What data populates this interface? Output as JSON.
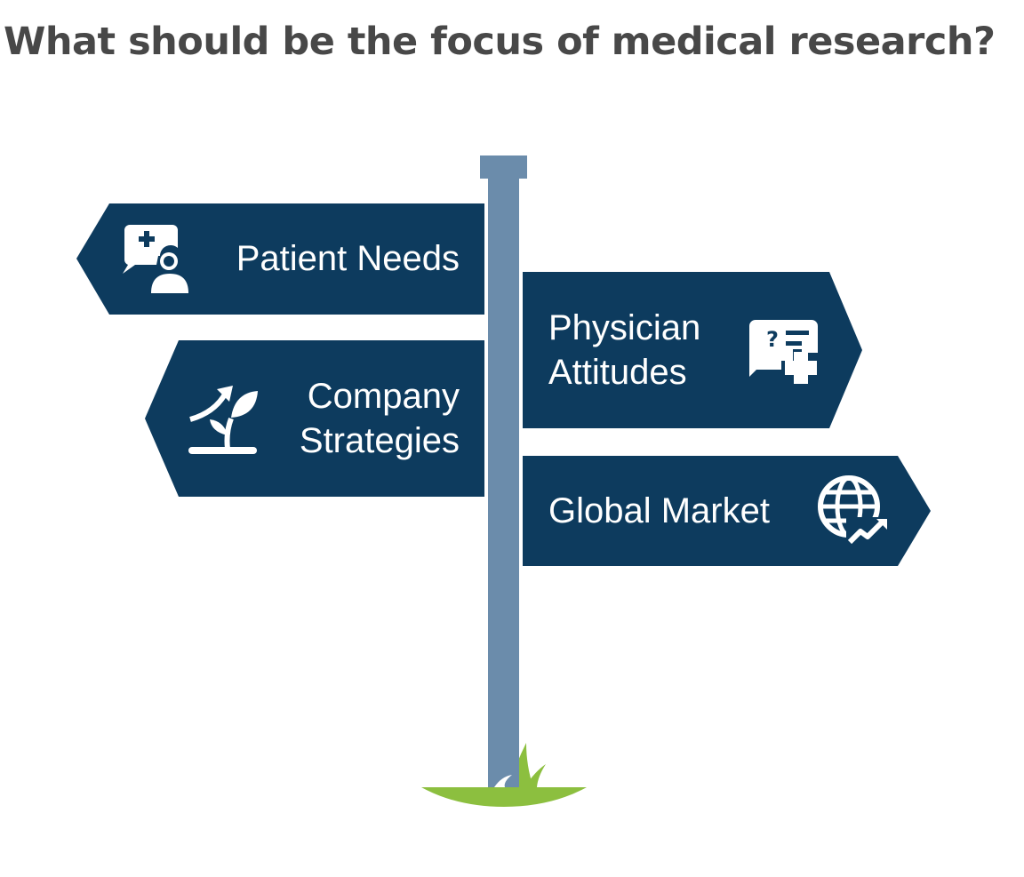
{
  "title": "What should be the focus of medical research?",
  "colors": {
    "sign": "#0d3b5e",
    "post": "#6b8cab",
    "grass": "#8cbf3f",
    "title": "#484848",
    "text": "#ffffff"
  },
  "signs": [
    {
      "label_lines": [
        "Patient Needs"
      ],
      "icon": "patient-medical-icon",
      "direction": "left"
    },
    {
      "label_lines": [
        "Physician",
        "Attitudes"
      ],
      "icon": "medical-question-icon",
      "direction": "right"
    },
    {
      "label_lines": [
        "Company",
        "Strategies"
      ],
      "icon": "growth-plant-icon",
      "direction": "left"
    },
    {
      "label_lines": [
        "Global Market"
      ],
      "icon": "global-market-icon",
      "direction": "right"
    }
  ]
}
